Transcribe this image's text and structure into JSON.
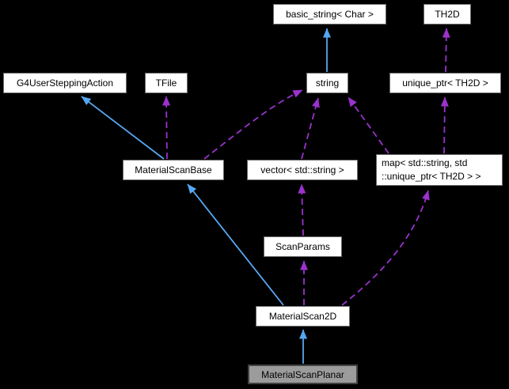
{
  "diagram": {
    "kind": "class-collaboration-graph",
    "background": "#000000",
    "colors": {
      "inheritance_edge": "#55a7f0",
      "usage_edge": "#9a32cd",
      "node_fill": "#ffffff",
      "node_border": "#6b6b6b",
      "highlight_node_fill": "#9c9c9c",
      "highlight_node_border": "#424242",
      "node_text": "#000000"
    },
    "nodes": [
      {
        "id": "basic_string",
        "label": "basic_string< Char >",
        "highlighted": false
      },
      {
        "id": "th2d",
        "label": "TH2D",
        "highlighted": false
      },
      {
        "id": "g4usersteppingaction",
        "label": "G4UserSteppingAction",
        "highlighted": false
      },
      {
        "id": "tfile",
        "label": "TFile",
        "highlighted": false
      },
      {
        "id": "string",
        "label": "string",
        "highlighted": false
      },
      {
        "id": "unique_ptr_th2d",
        "label": "unique_ptr< TH2D >",
        "highlighted": false
      },
      {
        "id": "materialscanbase",
        "label": "MaterialScanBase",
        "highlighted": false
      },
      {
        "id": "vector_std_string",
        "label": "vector< std::string >",
        "highlighted": false
      },
      {
        "id": "map_string_unique_ptr_th2d",
        "label": "map< std::string, std ::unique_ptr< TH2D > >",
        "line1": "map< std::string, std",
        "line2": "::unique_ptr< TH2D > >",
        "highlighted": false
      },
      {
        "id": "scanparams",
        "label": "ScanParams",
        "highlighted": false
      },
      {
        "id": "materialscan2d",
        "label": "MaterialScan2D",
        "highlighted": false
      },
      {
        "id": "materialscanplanar",
        "label": "MaterialScanPlanar",
        "highlighted": true
      }
    ],
    "edges": [
      {
        "from": "string",
        "to": "basic_string",
        "type": "inheritance",
        "style": "solid"
      },
      {
        "from": "materialscanbase",
        "to": "g4usersteppingaction",
        "type": "inheritance",
        "style": "solid"
      },
      {
        "from": "materialscan2d",
        "to": "materialscanbase",
        "type": "inheritance",
        "style": "solid"
      },
      {
        "from": "materialscanplanar",
        "to": "materialscan2d",
        "type": "inheritance",
        "style": "solid"
      },
      {
        "from": "materialscanbase",
        "to": "tfile",
        "type": "usage",
        "style": "dashed"
      },
      {
        "from": "materialscanbase",
        "to": "string",
        "type": "usage",
        "style": "dashed"
      },
      {
        "from": "vector_std_string",
        "to": "string",
        "type": "usage",
        "style": "dashed"
      },
      {
        "from": "map_string_unique_ptr_th2d",
        "to": "string",
        "type": "usage",
        "style": "dashed"
      },
      {
        "from": "map_string_unique_ptr_th2d",
        "to": "unique_ptr_th2d",
        "type": "usage",
        "style": "dashed"
      },
      {
        "from": "unique_ptr_th2d",
        "to": "th2d",
        "type": "usage",
        "style": "dashed"
      },
      {
        "from": "scanparams",
        "to": "vector_std_string",
        "type": "usage",
        "style": "dashed"
      },
      {
        "from": "materialscan2d",
        "to": "scanparams",
        "type": "usage",
        "style": "dashed"
      },
      {
        "from": "materialscan2d",
        "to": "map_string_unique_ptr_th2d",
        "type": "usage",
        "style": "dashed"
      }
    ]
  }
}
